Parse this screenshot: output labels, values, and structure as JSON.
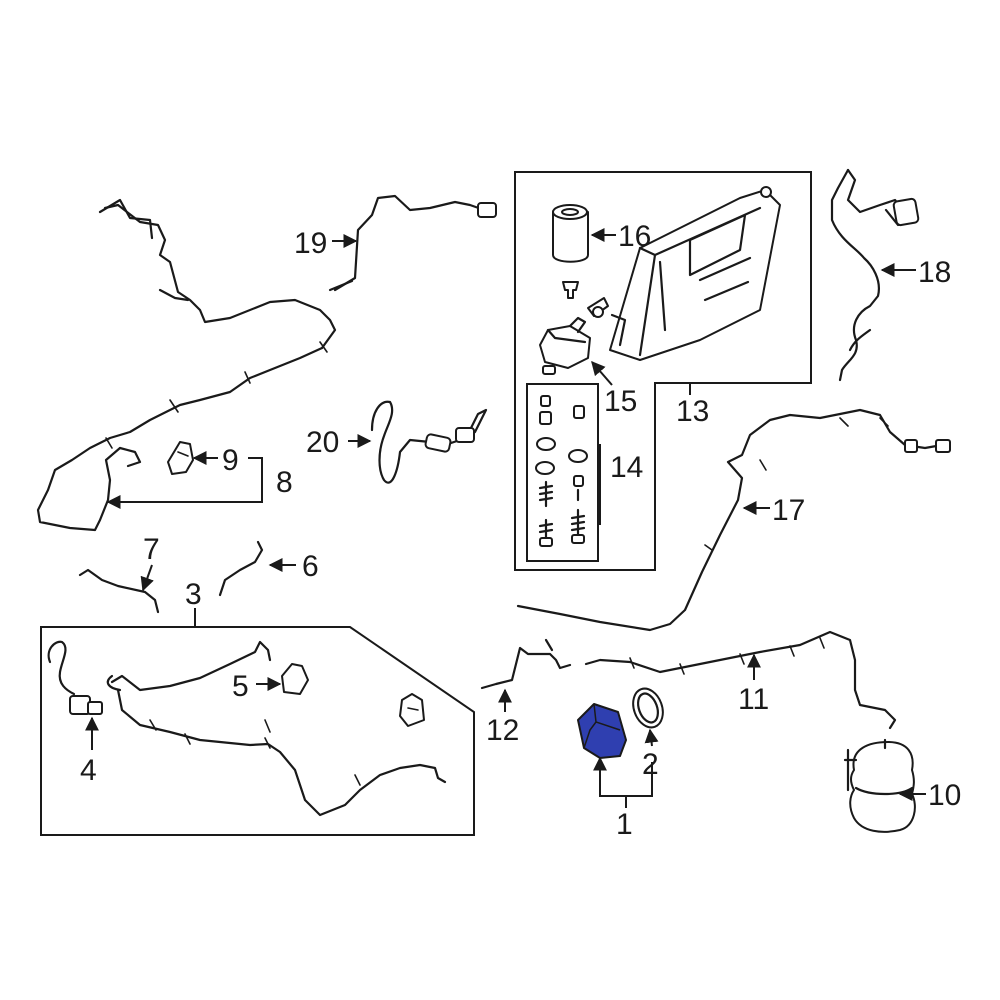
{
  "diagram": {
    "highlight_color": "#2f3fb0",
    "callouts": [
      {
        "id": "c1",
        "label": "1"
      },
      {
        "id": "c2",
        "label": "2"
      },
      {
        "id": "c3",
        "label": "3"
      },
      {
        "id": "c4",
        "label": "4"
      },
      {
        "id": "c5",
        "label": "5"
      },
      {
        "id": "c6",
        "label": "6"
      },
      {
        "id": "c7",
        "label": "7"
      },
      {
        "id": "c8",
        "label": "8"
      },
      {
        "id": "c9",
        "label": "9"
      },
      {
        "id": "c10",
        "label": "10"
      },
      {
        "id": "c11",
        "label": "11"
      },
      {
        "id": "c12",
        "label": "12"
      },
      {
        "id": "c13",
        "label": "13"
      },
      {
        "id": "c14",
        "label": "14"
      },
      {
        "id": "c15",
        "label": "15"
      },
      {
        "id": "c16",
        "label": "16"
      },
      {
        "id": "c17",
        "label": "17"
      },
      {
        "id": "c18",
        "label": "18"
      },
      {
        "id": "c19",
        "label": "19"
      },
      {
        "id": "c20",
        "label": "20"
      }
    ]
  }
}
